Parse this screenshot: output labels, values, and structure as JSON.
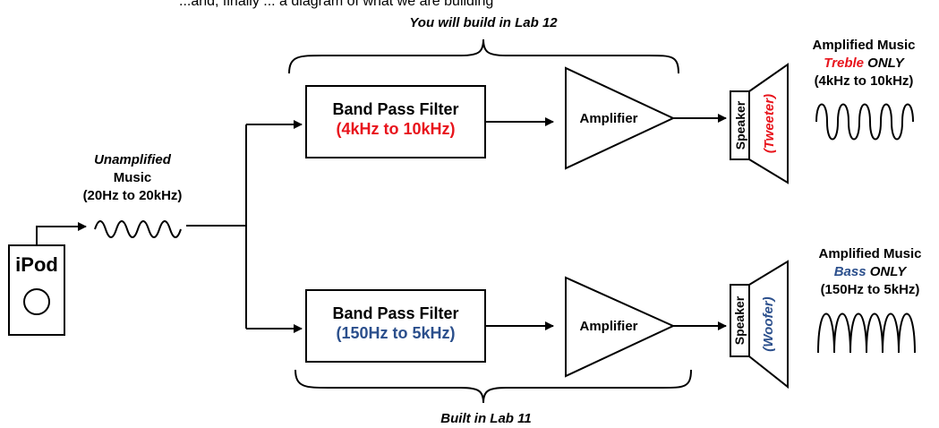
{
  "colors": {
    "treble_red": "#e8141c",
    "bass_blue": "#2b4f8c",
    "line": "#000000"
  },
  "top_caption": {
    "clipped_line": "...and, finally ... a diagram of what we are building",
    "subtitle": "You will build in Lab 12"
  },
  "bottom_caption": "Built in Lab 11",
  "source": {
    "device_label": "iPod",
    "input_label_line1": "Unamplified",
    "input_label_line2": "Music",
    "input_label_line3": "(20Hz to 20kHz)"
  },
  "treble_path": {
    "filter_title": "Band Pass Filter",
    "filter_range": "(4kHz to 10kHz)",
    "amp_label": "Amplifier",
    "speaker_label": "Speaker",
    "speaker_type": "(Tweeter)",
    "output_line1": "Amplified Music",
    "output_line2_em": "Treble",
    "output_line2_rest": " ONLY",
    "output_line3": "(4kHz to 10kHz)"
  },
  "bass_path": {
    "filter_title": "Band Pass Filter",
    "filter_range": "(150Hz to 5kHz)",
    "amp_label": "Amplifier",
    "speaker_label": "Speaker",
    "speaker_type": "(Woofer)",
    "output_line1": "Amplified Music",
    "output_line2_em": "Bass",
    "output_line2_rest": " ONLY",
    "output_line3": "(150Hz to 5kHz)"
  },
  "icons": [
    "ipod-icon",
    "speaker-icon",
    "amplifier-triangle-icon",
    "waveform-icon",
    "brace-icon",
    "arrow-icon"
  ]
}
